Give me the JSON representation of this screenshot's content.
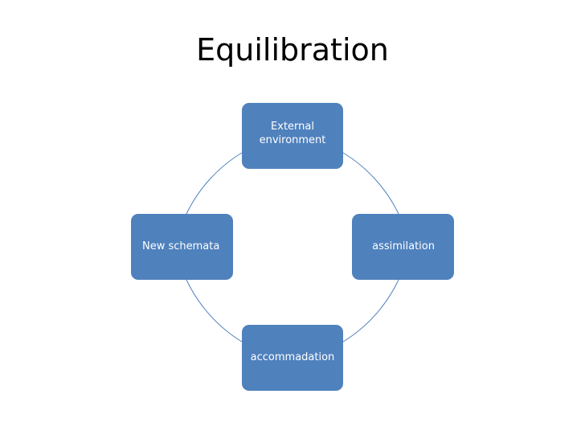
{
  "title": "Equilibration",
  "diagram": {
    "type": "cycle",
    "connector_color": "#4f81bd",
    "node_color": "#4f81bd",
    "nodes": [
      {
        "id": "top",
        "label": "External environment"
      },
      {
        "id": "right",
        "label": "assimilation"
      },
      {
        "id": "bottom",
        "label": "accommadation"
      },
      {
        "id": "left",
        "label": "New schemata"
      }
    ]
  }
}
